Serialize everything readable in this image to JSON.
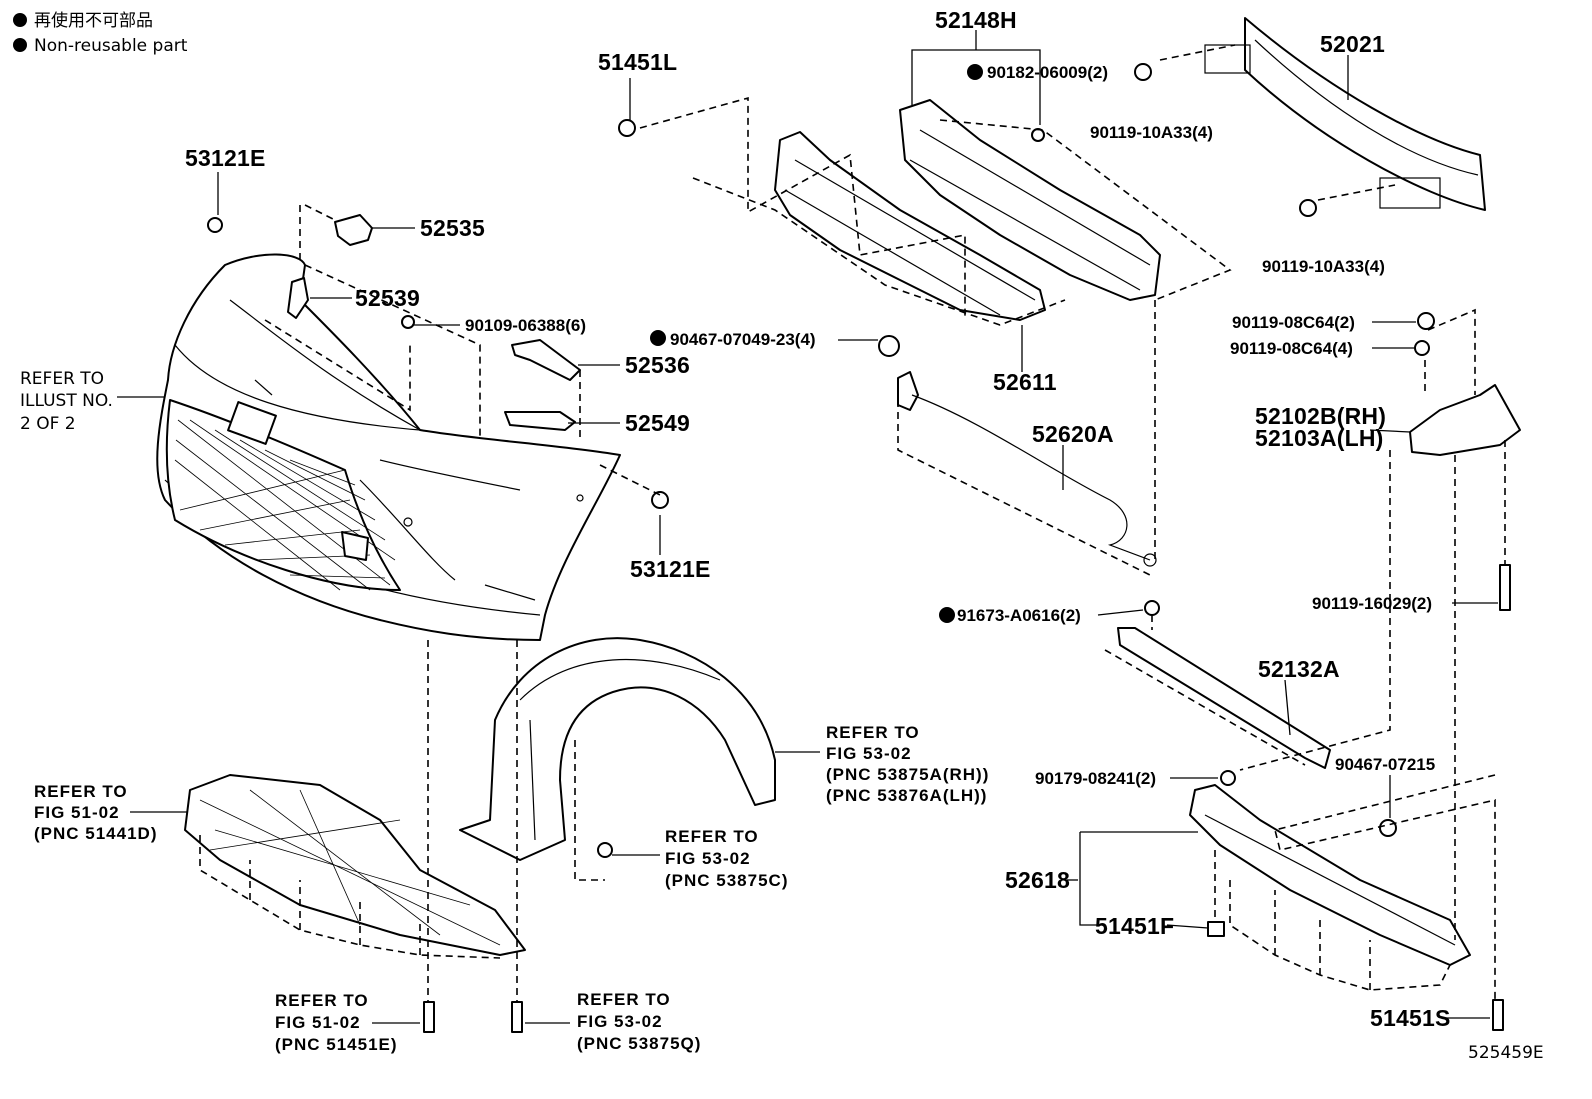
{
  "legend": {
    "jp": "再使用不可部品",
    "en": "Non-reusable part"
  },
  "diagram_code": "525459E",
  "labels": {
    "p52148H": "52148H",
    "p52021": "52021",
    "p51451L": "51451L",
    "p90182": "90182-06009(2)",
    "p90119a": "90119-10A33(4)",
    "p90119b": "90119-10A33(4)",
    "p53121E_top": "53121E",
    "p52535": "52535",
    "p52539": "52539",
    "p90109": "90109-06388(6)",
    "p90467a": "90467-07049-23(4)",
    "p52611": "52611",
    "p52536": "52536",
    "p52549": "52549",
    "p90119c": "90119-08C64(2)",
    "p90119d": "90119-08C64(4)",
    "p52102B": "52102B(RH)",
    "p52103A": "52103A(LH)",
    "p52620A": "52620A",
    "p53121E_bot": "53121E",
    "p91673": "91673-A0616(2)",
    "p90119e": "90119-16029(2)",
    "p52132A": "52132A",
    "p90179": "90179-08241(2)",
    "p90467b": "90467-07215",
    "p52618": "52618",
    "p51451F": "51451F",
    "p51451S": "51451S"
  },
  "refs": {
    "illust": [
      "REFER TO",
      "ILLUST NO.",
      "2 OF 2"
    ],
    "fig51_a": [
      "REFER TO",
      "FIG 51-02",
      "(PNC 51441D)"
    ],
    "fig53_a": [
      "REFER TO",
      "FIG 53-02",
      "(PNC 53875A(RH))",
      "(PNC 53876A(LH))"
    ],
    "fig53_b": [
      "REFER TO",
      "FIG 53-02",
      "(PNC 53875C)"
    ],
    "fig51_b": [
      "REFER TO",
      "FIG 51-02",
      "(PNC 51451E)"
    ],
    "fig53_c": [
      "REFER TO",
      "FIG 53-02",
      "(PNC 53875Q)"
    ]
  }
}
